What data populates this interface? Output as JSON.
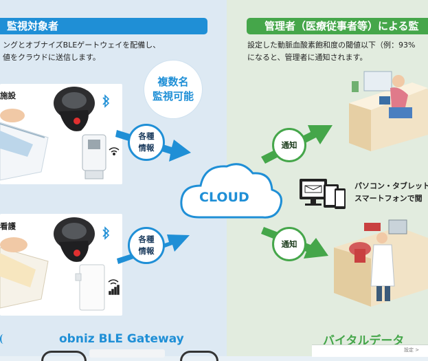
{
  "left_header": "監視対象者",
  "right_header": "管理者（医療従事者等）による監",
  "left_desc": [
    "ングとオブナイズBLEゲートウェイを配備し、",
    "値をクラウドに送信します。"
  ],
  "right_desc": [
    "設定した動脈血酸素飽和度の閾値以下（例：93%",
    "になると、管理者に通知されます。"
  ],
  "multi_monitor": [
    "複数名",
    "監視可能"
  ],
  "facility_label": "施設",
  "care_label": "看護",
  "info_bubble_top": [
    "各種",
    "情報"
  ],
  "info_bubble_bottom": [
    "各種",
    "情報"
  ],
  "cloud_label": "CLOUD",
  "notify_top": "通知",
  "notify_bottom": "通知",
  "device_text": [
    "パソコン・タブレット",
    "スマートフォンで閲"
  ],
  "gateway_title": "obniz BLE Gateway",
  "vital_title": "バイタルデータ",
  "settings_text": "設定 >",
  "icons": [
    "ring-sensor-icon",
    "bluetooth-icon",
    "wifi-icon",
    "gateway-device-icon",
    "cloud-icon",
    "arrow-icon",
    "pc-tablet-phone-icon",
    "nurse-desk-icon",
    "doctor-icon",
    "bed-icon"
  ],
  "colors": {
    "blue": "#1f8fd6",
    "green": "#45a64a",
    "left_bg": "#dde9f3",
    "right_bg": "#e2ecdf"
  }
}
